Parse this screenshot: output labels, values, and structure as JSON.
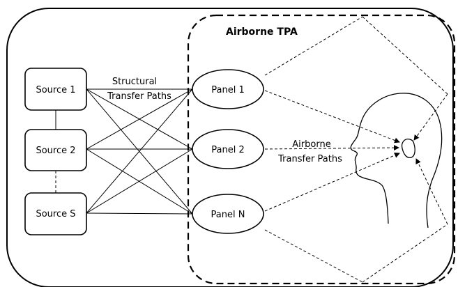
{
  "diagram": {
    "airborne_region_title": "Airborne TPA",
    "sources": [
      "Source 1",
      "Source 2",
      "Source S"
    ],
    "panels": [
      "Panel 1",
      "Panel 2",
      "Panel N"
    ],
    "structural_label": [
      "Structural",
      "Transfer Paths"
    ],
    "airborne_label": [
      "Airborne",
      "Transfer Paths"
    ],
    "colors": {
      "stroke": "#000000",
      "background": "#ffffff"
    },
    "icons": [
      "human-head-icon",
      "ear-icon"
    ]
  }
}
